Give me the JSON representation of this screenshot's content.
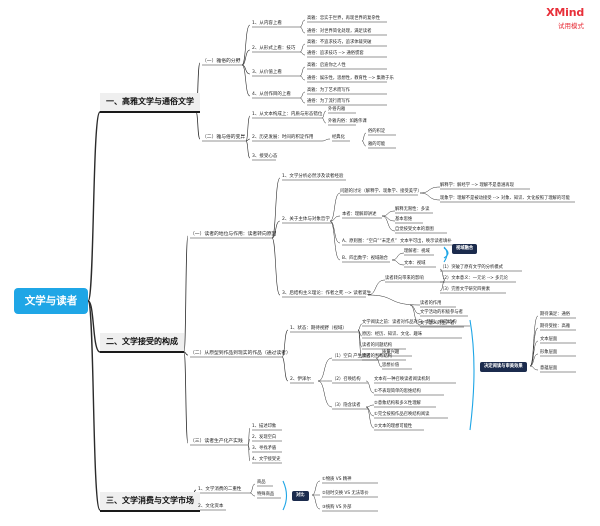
{
  "brand": {
    "logo_text": "XMind",
    "subtitle": "试用模式"
  },
  "root": "文学与读者",
  "sections": [
    {
      "title": "一、高雅文学与通俗文学",
      "groups": [
        {
          "label": "（一）雅俗的分野",
          "items": [
            {
              "label": "1、从内容上看",
              "subs": [
                "高雅：忠实于世界，再现世界的复杂性",
                "通俗：对世界简化处理，满足读者"
              ]
            },
            {
              "label": "2、从形式上看：技巧",
              "subs": [
                "高雅：不追求技巧，追求体裁突破",
                "通俗：追求技巧 --> 通俗惯套"
              ]
            },
            {
              "label": "3、从价值上看",
              "subs": [
                "高雅：启迪你之人性",
                "通俗：娱乐性，思想性，教育性 --> 集教于乐"
              ]
            },
            {
              "label": "4、从创作目的上看",
              "subs": [
                "高雅：为了艺术而写作",
                "通俗：为了流行而写作"
              ]
            }
          ]
        },
        {
          "label": "（二）雅与俗的变异",
          "items": [
            {
              "label": "1、从文本构成上：内质与形态错位",
              "subs": [
                "外俗内雅",
                "外雅内俗：如路伟课"
              ]
            },
            {
              "label": "2、历史发展：时间的积淀作用",
              "mid": "经典化",
              "subs": [
                "俗的积淀",
                "雅的可能"
              ]
            },
            {
              "label": "3、接受心态",
              "subs": []
            }
          ]
        }
      ]
    },
    {
      "title": "二、文学接受的构成",
      "groups": [
        {
          "label": "（一）读者的地位与作用：读者转向原因",
          "items": [
            {
              "label": "1、文学分析必然涉及读者经验",
              "subs": []
            },
            {
              "label": "2、关于主体与对象哲学",
              "subs": [
                "问题的讨论（解释学、现象学、接受美学）",
                "解释学：解经学 --> 理解不是意涵再现",
                "现象学：理解不是被动接受 --> 对象、知识、文化按照了理解的可能",
                "本者：理解即讲述",
                "解释无限性：多读",
                "基本思维",
                "自觉按受文本的意图",
                "A、原则图：“空白”“未定点”",
                "文本半可出，唤示读者填补",
                "B、四出数学：视域融合",
                "理解者：视域",
                "文本：视域"
              ]
            },
            {
              "label": "3、后结构主义理论：作者之死 --> 读者诞生",
              "subs": [
                "读者转向带来的影响",
                "（1）突破了原有文学的分析模式",
                "（2）文本意义：一元论 --> 多元论",
                "（3）完善文学研究四要素",
                "读者的作用",
                "文学活动的积极参与者",
                "文学意义的生产者"
              ]
            }
          ]
        },
        {
          "label": "（二）从原型到作品到现实的作品（通过读者）",
          "items": [
            {
              "label": "1、状态：期待视野（视域）",
              "subs": [
                "文学阅读之前：读者对作品对向、范形、规范结构",
                "原因：经历、知识、文化、趣味",
                "读者的问题结构",
                "读者的判断结构"
              ]
            },
            {
              "label": "2、伊泽尔",
              "subs": [
                "（1）空白 产生原因",
                "质量兴趣",
                "思想价值",
                "（2）召唤结构",
                "文本有一种召唤读者阅读机制",
                "①不表现简单的思维结构",
                "②意象结构和多义性理解",
                "（3）隐含读者",
                "①完全按照作品召唤结构阅读",
                "②文本的理想可能性"
              ]
            }
          ]
        },
        {
          "label": "（三）读者生产化产实践",
          "items": [
            {
              "label": "1、描述印象",
              "subs": []
            },
            {
              "label": "2、发现空白",
              "subs": []
            },
            {
              "label": "3、寻找矛盾",
              "subs": []
            },
            {
              "label": "4、文学接受史",
              "subs": []
            }
          ]
        }
      ]
    },
    {
      "title": "三、文学消费与文学市场",
      "groups": [
        {
          "label": "1、文学消费的二重性",
          "items": [
            {
              "label": "商品",
              "subs": []
            },
            {
              "label": "特殊商品",
              "subs": []
            }
          ]
        },
        {
          "label": "2、文化资本",
          "items": []
        }
      ]
    }
  ],
  "tags": {
    "fusion": "视域融合",
    "decide": "决定阅读与审美效果",
    "compare": "对比"
  },
  "side_list": [
    "期待满足：通俗",
    "期待受挫：高雅",
    "文本层面",
    "形象层面",
    "意蕴层面"
  ],
  "compare_list": [
    "①物质 VS 精神",
    "②短时交换 VS 无法等价",
    "③统购 VS 外部"
  ],
  "colors": {
    "root": "#1fa6e6",
    "edge": "#2b2b2b",
    "accent": "#1fa6e6",
    "tag": "#1b2b4d",
    "brand": "#e8303a"
  }
}
